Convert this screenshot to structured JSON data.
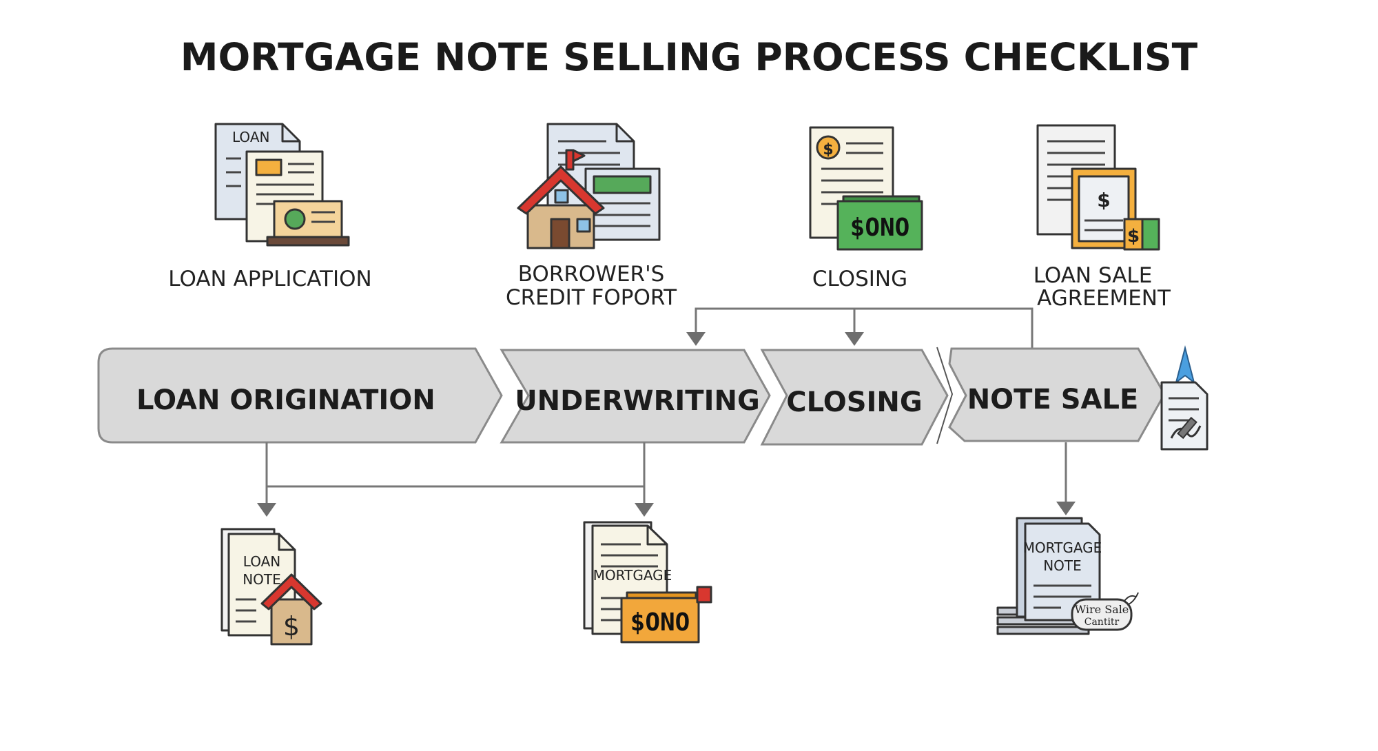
{
  "title": "MORTGAGE NOTE SELLING PROCESS CHECKLIST",
  "top_documents": [
    {
      "label": "LOAN APPLICATION",
      "icon": "loan-application-icon",
      "doc_text": "LOAN"
    },
    {
      "label_line1": "BORROWER'S",
      "label_line2": "CREDIT FOPORT",
      "icon": "credit-report-house-icon"
    },
    {
      "label": "CLOSING",
      "icon": "closing-documents-icon",
      "money": "$ONO"
    },
    {
      "label_line1": "LOAN SALE",
      "label_line2": "AGREEMENT",
      "icon": "loan-sale-agreement-icon"
    }
  ],
  "stages": [
    {
      "label": "LOAN ORIGINATION"
    },
    {
      "label": "UNDERWRITING"
    },
    {
      "label": "CLOSING"
    },
    {
      "label": "NOTE SALE"
    }
  ],
  "bottom_documents": [
    {
      "line1": "LOAN",
      "line2": "NOTE",
      "icon": "loan-note-house-icon"
    },
    {
      "line1": "MORTGAGE",
      "money": "$ONO",
      "icon": "mortgage-document-icon"
    },
    {
      "line1": "MORTGAGE",
      "line2": "NOTE",
      "stamp1": "Wire Sale",
      "stamp2": "Cantitr",
      "icon": "mortgage-note-stack-icon"
    }
  ],
  "colors": {
    "stage_fill": "#d9d9d9",
    "stage_stroke": "#8a8a8a",
    "connector": "#777777",
    "green_money": "#55b25a",
    "orange_money": "#f2a73b",
    "house_roof": "#d8372f",
    "house_wall": "#d9b98c"
  }
}
